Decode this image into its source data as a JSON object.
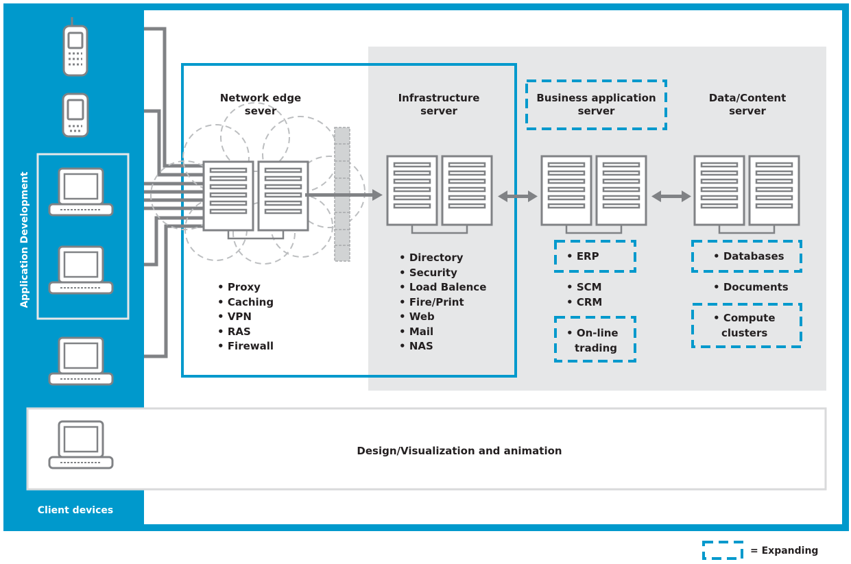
{
  "left_panel": {
    "vertical_label": "Application Development",
    "bottom_label": "Client devices"
  },
  "tiers": {
    "network_edge": {
      "title_line1": "Network edge",
      "title_line2": "sever",
      "items": [
        "Proxy",
        "Caching",
        "VPN",
        "RAS",
        "Firewall"
      ]
    },
    "infrastructure": {
      "title_line1": "Infrastructure",
      "title_line2": "server",
      "items": [
        "Directory",
        "Security",
        "Load Balence",
        "Fire/Print",
        "Web",
        "Mail",
        "NAS"
      ]
    },
    "business_application": {
      "title_line1": "Business application",
      "title_line2": "server",
      "erp": "ERP",
      "scm": "SCM",
      "crm": "CRM",
      "online_line1": "On-line",
      "online_line2": "trading"
    },
    "data_content": {
      "title_line1": "Data/Content",
      "title_line2": "server",
      "databases": "Databases",
      "documents": "Documents",
      "compute_line1": "Compute",
      "compute_line2": "clusters"
    }
  },
  "design_bar": {
    "label": "Design/Visualization and animation"
  },
  "legend": {
    "label": "= Expanding"
  },
  "colors": {
    "accent_blue": "#0099cc",
    "server_gray": "#808285",
    "panel_gray": "#e6e7e8",
    "line_gray": "#58595b"
  }
}
